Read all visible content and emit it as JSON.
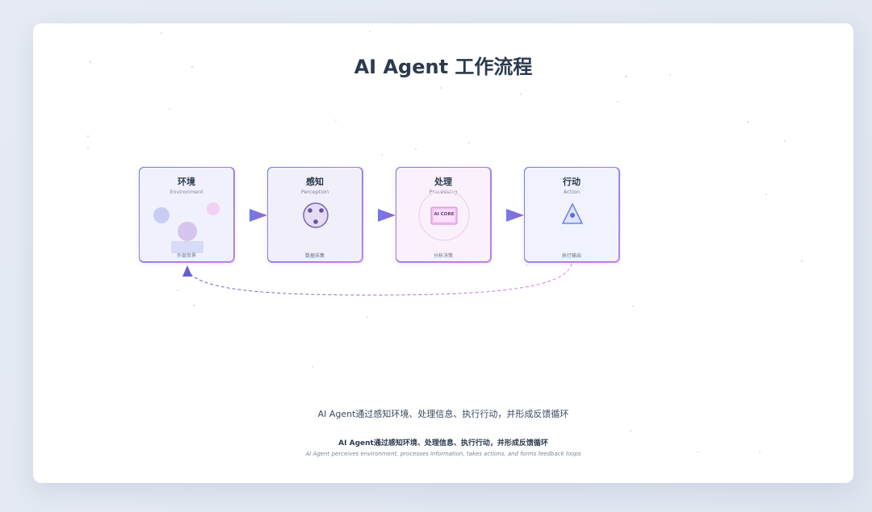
{
  "title": "AI Agent 工作流程",
  "stages": [
    {
      "title": "环境",
      "subtitle": "Environment",
      "caption": "外部世界",
      "icon": "environment-shapes-icon"
    },
    {
      "title": "感知",
      "subtitle": "Perception",
      "caption": "数据采集",
      "icon": "sensor-icon"
    },
    {
      "title": "处理",
      "subtitle": "Processing",
      "caption": "分析决策",
      "core_label": "AI CORE",
      "icon": "ai-core-icon"
    },
    {
      "title": "行动",
      "subtitle": "Action",
      "caption": "执行输出",
      "icon": "triangle-action-icon"
    }
  ],
  "summary": "AI Agent通过感知环境、处理信息、执行行动，并形成反馈循环",
  "caption_zh": "AI Agent通过感知环境、处理信息、执行行动，并形成反馈循环",
  "caption_en": "AI Agent perceives environment, processes information, takes actions, and forms feedback loops",
  "colors": {
    "accent_blue": "#6e7ce6",
    "accent_pink": "#e27ce6",
    "text_dark": "#2b3a4e"
  }
}
